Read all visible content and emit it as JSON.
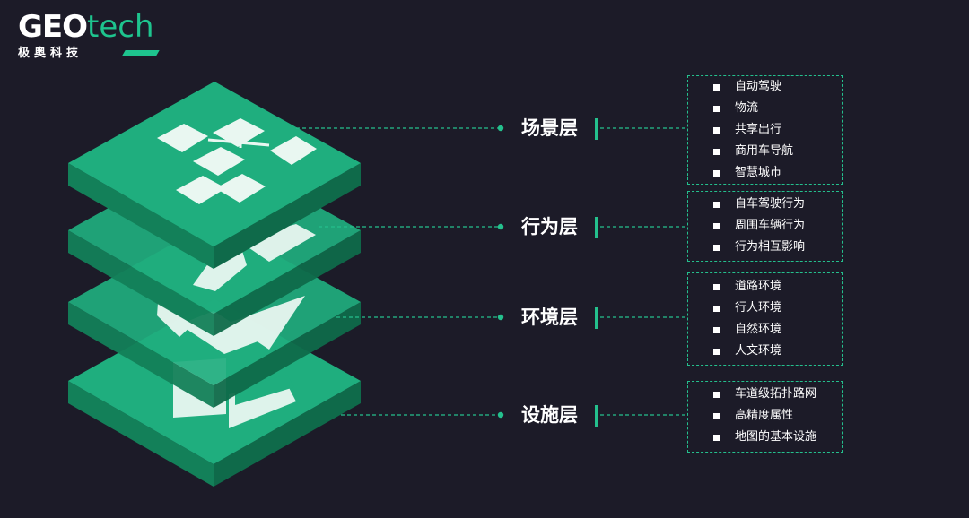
{
  "logo": {
    "brand_geo": "GEO",
    "brand_tech": "tech",
    "subtitle": "极奥科技"
  },
  "layers": [
    {
      "name": "场景层",
      "items": [
        "自动驾驶",
        "物流",
        "共享出行",
        "商用车导航",
        "智慧城市"
      ]
    },
    {
      "name": "行为层",
      "items": [
        "自车驾驶行为",
        "周围车辆行为",
        "行为相互影响"
      ]
    },
    {
      "name": "环境层",
      "items": [
        "道路环境",
        "行人环境",
        "自然环境",
        "人文环境"
      ]
    },
    {
      "name": "设施层",
      "items": [
        "车道级拓扑路网",
        "高精度属性",
        "地图的基本设施"
      ]
    }
  ],
  "colors": {
    "accent": "#1ec48e",
    "background": "#1c1b28",
    "slab_top": "#1fae7e",
    "slab_front": "#14855f"
  }
}
